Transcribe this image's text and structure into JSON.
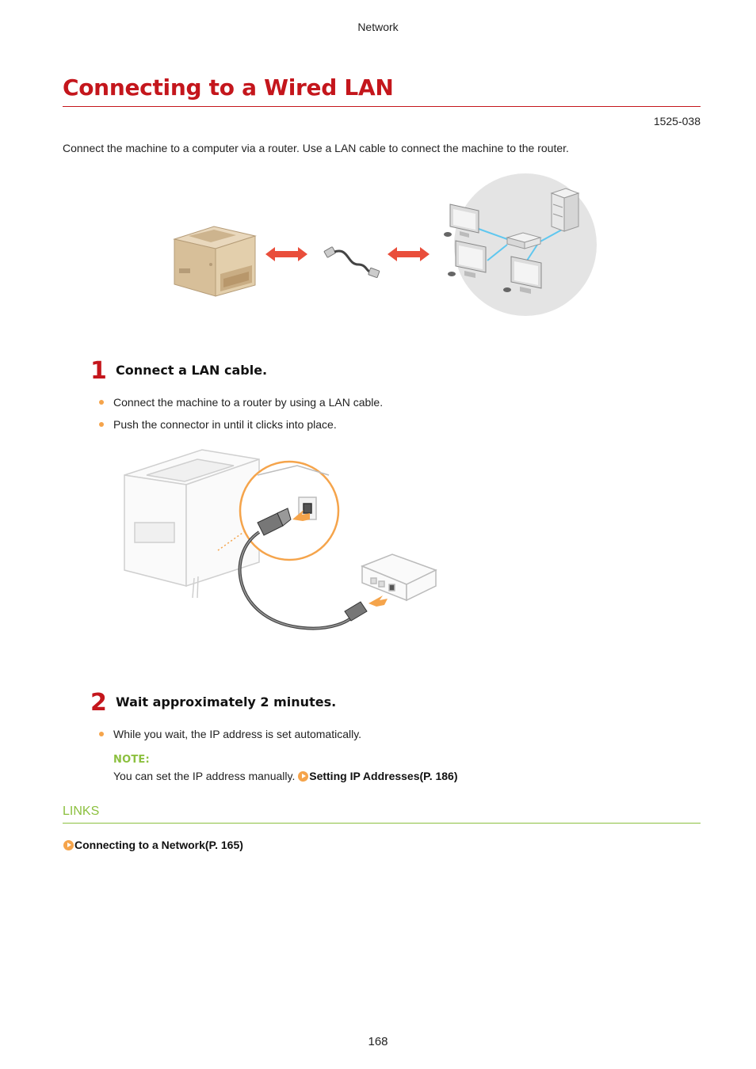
{
  "header": {
    "section": "Network"
  },
  "title": "Connecting to a Wired LAN",
  "doc_id": "1525-038",
  "intro": "Connect the machine to a computer via a router. Use a LAN cable to connect the machine to the router.",
  "steps": [
    {
      "number": "1",
      "title": "Connect a LAN cable.",
      "bullets": [
        "Connect the machine to a router by using a LAN cable.",
        "Push the connector in until it clicks into place."
      ]
    },
    {
      "number": "2",
      "title": "Wait approximately 2 minutes.",
      "bullets": [
        "While you wait, the IP address is set automatically."
      ],
      "note": {
        "label": "NOTE:",
        "text": "You can set the IP address manually.",
        "link": "Setting IP Addresses(P. 186)"
      }
    }
  ],
  "links": {
    "label": "LINKS",
    "items": [
      "Connecting to a Network(P. 165)"
    ]
  },
  "page_number": "168",
  "colors": {
    "accent_red": "#c4161c",
    "bullet_orange": "#f5a44b",
    "links_green": "#8cc03f"
  }
}
